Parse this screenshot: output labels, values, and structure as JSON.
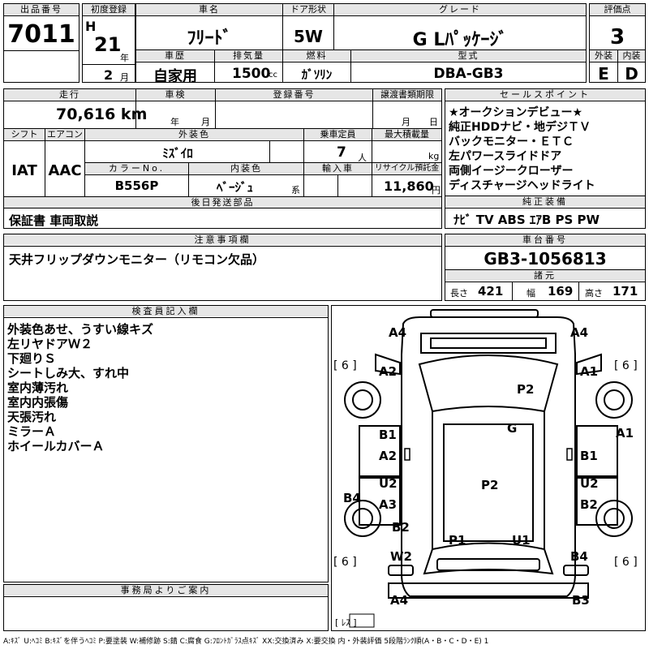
{
  "header": {
    "lot_label": "出品番号",
    "lot_no": "7011",
    "first_reg_label": "初度登録",
    "era": "H",
    "year": "21",
    "year_unit": "年",
    "month": "2",
    "month_unit": "月",
    "car_name_label": "車名",
    "car_name": "ﾌﾘｰﾄﾞ",
    "door_label": "ドア形状",
    "door": "5W",
    "grade_label": "グレード",
    "grade": "G Lﾊﾟｯｹｰｼﾞ",
    "score_label": "評価点",
    "score": "3",
    "history_label": "車歴",
    "history": "自家用",
    "displacement_label": "排気量",
    "displacement": "1500",
    "displacement_unit": "cc",
    "fuel_label": "燃料",
    "fuel": "ｶﾞｿﾘﾝ",
    "model_label": "型式",
    "model": "DBA-GB3",
    "exterior_label": "外装",
    "exterior": "E",
    "interior_label": "内装",
    "interior": "D"
  },
  "specs": {
    "mileage_label": "走行",
    "mileage": "70,616 km",
    "inspection_label": "車検",
    "insp_year_unit": "年",
    "insp_month_unit": "月",
    "reg_no_label": "登録番号",
    "transfer_label": "譲渡書類期限",
    "transfer_month_unit": "月",
    "transfer_day_unit": "日",
    "shift_label": "シフト",
    "shift": "IAT",
    "ac_label": "エアコン",
    "ac": "AAC",
    "ext_color_label": "外装色",
    "ext_color": "ﾐｽﾞｲﾛ",
    "capacity_label": "乗車定員",
    "capacity": "7",
    "capacity_unit": "人",
    "max_load_label": "最大積載量",
    "max_load_unit": "kg",
    "color_no_label": "カラーNo.",
    "color_no": "B556P",
    "int_color_label": "内装色",
    "int_color": "ﾍﾞｰｼﾞｭ",
    "int_color_suffix": "系",
    "import_label": "輸入車",
    "recycle_label": "リサイクル預託金",
    "recycle": "11,860",
    "recycle_unit": "円"
  },
  "sales_points": {
    "label": "セールスポイント",
    "items": [
      "★オークションデビュー★",
      "純正HDDナビ・地デジＴＶ",
      "バックモニター・ＥＴＣ",
      "左パワースライドドア",
      "両側イージークローザー",
      "ディスチャージヘッドライト"
    ]
  },
  "accessories": {
    "label": "後日発送部品",
    "value": "保証書 車両取説"
  },
  "equipment": {
    "label": "純正装備",
    "value": "ﾅﾋﾞ TV ABS ｴｱB PS PW"
  },
  "notes": {
    "label": "注意事項欄",
    "value": "天井フリップダウンモニター（リモコン欠品）"
  },
  "chassis": {
    "label": "車台番号",
    "value": "GB3-1056813"
  },
  "dimensions": {
    "label": "諸元",
    "length_label": "長さ",
    "length": "421",
    "width_label": "幅",
    "width": "169",
    "height_label": "高さ",
    "height": "171"
  },
  "inspector": {
    "label": "検査員記入欄",
    "lines": [
      "外装色あせ、うすい線キズ",
      "左リヤドアＷ２",
      "下廻りＳ",
      "シートしみ大、すれ中",
      "室内薄汚れ",
      "室内内張傷",
      "天張汚れ",
      "ミラーＡ",
      "ホイールカバーＡ"
    ]
  },
  "office": {
    "label": "事務局よりご案内"
  },
  "diagram": {
    "tires": [
      "[ 6 ]",
      "[ 6 ]",
      "[ 6 ]",
      "[ 6 ]"
    ],
    "spare": "[ ﾚｽ ]",
    "marks": [
      "A4",
      "A4",
      "A2",
      "A1",
      "P2",
      "G",
      "B1",
      "A2",
      "B1",
      "A1",
      "U2",
      "P2",
      "U2",
      "A3",
      "B2",
      "B4",
      "B2",
      "P1",
      "U1",
      "W2",
      "B4",
      "A4",
      "B3"
    ]
  },
  "legend": "A:ｷｽﾞ U:ﾍｺﾐ B:ｷｽﾞを伴うﾍｺﾐ P:要塗装 W:補修跡 S:錆 C:腐食 G:ﾌﾛﾝﾄｶﾞﾗｽ点ｷｽﾞ XX:交換済み X:要交換 内・外装評価 5段階ﾗﾝｸ順(A・B・C・D・E) 1"
}
